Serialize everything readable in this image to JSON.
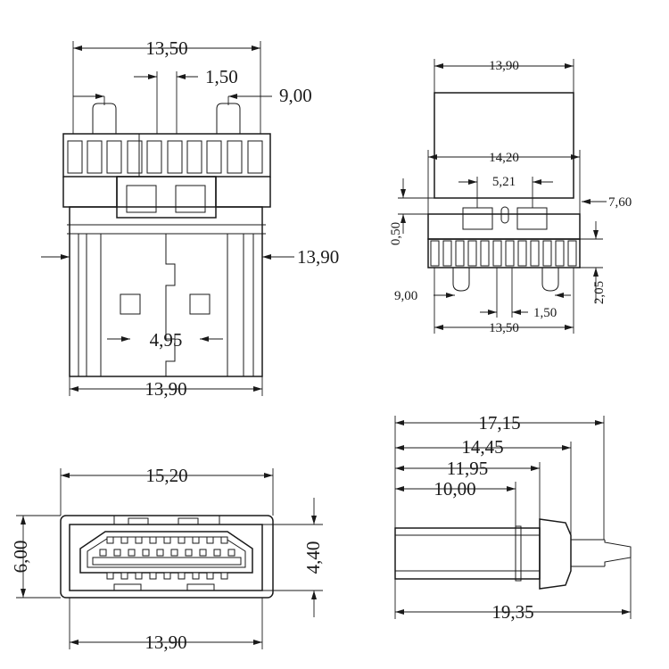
{
  "drawing": {
    "views": {
      "top_view": {
        "dims": {
          "pitch_total": "13,50",
          "pin_pitch": "1,50",
          "post_spacing": "9,00",
          "body_width_right": "13,90",
          "pad_spacing": "4,95",
          "body_width_bottom": "13,90"
        }
      },
      "side_view": {
        "dims": {
          "shell_width": "13,90",
          "housing_width": "14,20",
          "window_spacing": "5,21",
          "height": "7,60",
          "step": "0,50",
          "post_spacing": "9,00",
          "pin_pitch": "1,50",
          "pitch_total": "13,50",
          "tail_length": "2,05"
        }
      },
      "front_view": {
        "dims": {
          "flange_width": "15,20",
          "flange_height": "6,00",
          "shell_height": "4,40",
          "shell_width": "13,90"
        }
      },
      "length_view": {
        "dims": {
          "overall_to_tail": "17,15",
          "to_flange_back": "14,45",
          "to_flange_front": "11,95",
          "to_ridge": "10,00",
          "overall_length": "19,35"
        }
      }
    }
  }
}
